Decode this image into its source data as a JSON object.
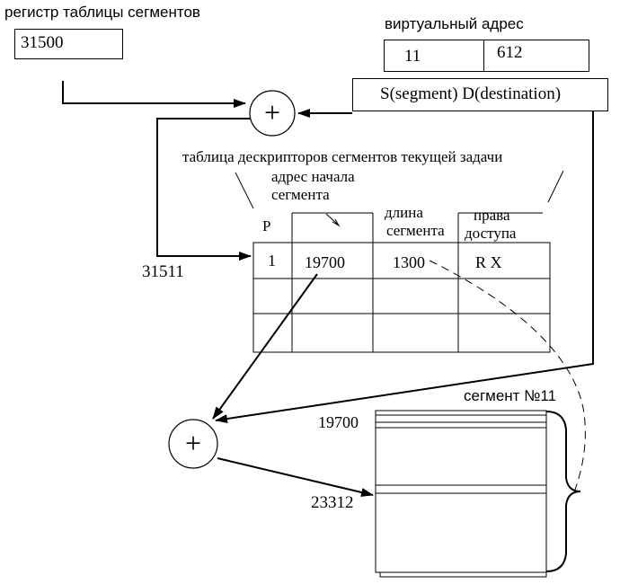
{
  "register": {
    "label": "регистр таблицы сегментов",
    "value": "31500"
  },
  "virtual_address": {
    "label": "виртуальный адрес",
    "segment": "11",
    "offset": "612",
    "description": "S(segment) D(destination)"
  },
  "descriptor_table": {
    "title": "таблица дескрипторов сегментов текущей задачи",
    "address_note": "адрес начала сегмента",
    "length_header_line1": "длина",
    "length_header_line2": "сегмента",
    "rights_header_line1": "права",
    "rights_header_line2": "доступа",
    "p_header": "P",
    "rows": [
      {
        "p": "1",
        "address": "19700",
        "length": "1300",
        "rights": "R X"
      }
    ]
  },
  "descriptor_address": "31511",
  "segment": {
    "label": "сегмент №11",
    "start": "19700",
    "target": "23312"
  },
  "adder_symbol": "+"
}
